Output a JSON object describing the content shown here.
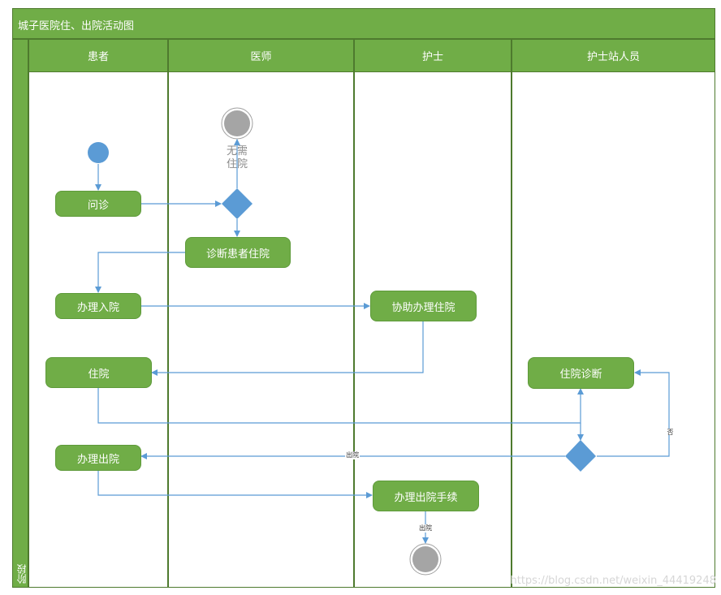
{
  "diagram": {
    "title": "城子医院住、出院活动图",
    "phase_label": "阶段",
    "lanes": [
      {
        "id": "patient",
        "label": "患者"
      },
      {
        "id": "doctor",
        "label": "医师"
      },
      {
        "id": "nurse",
        "label": "护士"
      },
      {
        "id": "station",
        "label": "护士站人员"
      }
    ],
    "activities": {
      "consult": "问诊",
      "diagnose": "诊断患者住院",
      "admit": "办理入院",
      "assist": "协助办理住院",
      "hospitalize": "住院",
      "ward_diagnosis": "住院诊断",
      "discharge": "办理出院",
      "discharge_procedure": "办理出院手续"
    },
    "labels": {
      "no_admission_line1": "无需",
      "no_admission_line2": "住院",
      "edge_discharge": "出院",
      "edge_no": "否",
      "edge_discharge_final": "出院"
    },
    "watermark": "https://blog.csdn.net/weixin_44419248",
    "colors": {
      "lane_header": "#70AD47",
      "activity_fill": "#70AD47",
      "decision_fill": "#5B9BD5",
      "start_fill": "#5B9BD5",
      "end_fill": "#A5A5A5",
      "connector": "#5B9BD5"
    }
  }
}
